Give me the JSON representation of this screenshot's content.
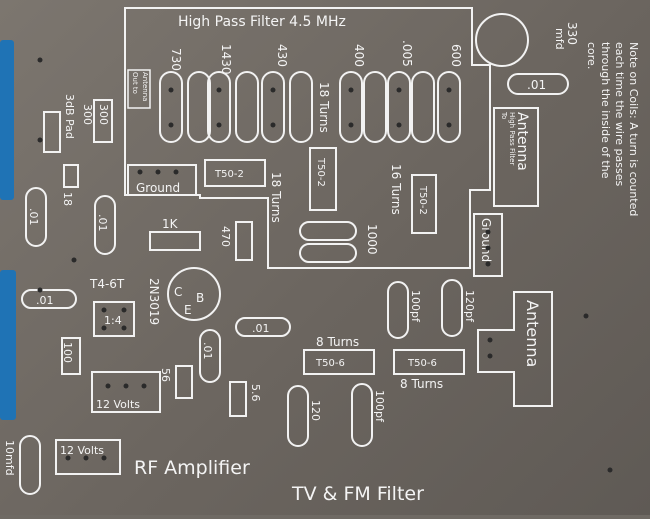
{
  "filter_title": "High Pass Filter  4.5 MHz",
  "cap_top": [
    "730",
    "1430",
    "430",
    "400",
    ".005",
    "600"
  ],
  "cap_330": "330\nmfd",
  "note": [
    "Note on Coils: A turn is counted",
    "each time the wire passes",
    "through the inside of the",
    "core."
  ],
  "out_to_antenna": "Out to\nAntenna",
  "antenna_to_hpf": "To\nHigh Pass Filter",
  "antenna_label": "Antenna",
  "ground_label": "Ground",
  "t50_2": "T50-2",
  "t50_6": "T50-6",
  "turns_18": "18 Turns",
  "turns_16": "16 Turns",
  "turns_8": "8 Turns",
  "cap_1000": "1000",
  "cap_01": ".01",
  "res_300": "300",
  "pad_3db": "3dB Pad",
  "res_18": "18",
  "res_1k": "1K",
  "res_470": "470",
  "t4_6t": "T4-6T",
  "ratio_1_4": "1:4",
  "transistor": "2N3019",
  "pins": [
    "B",
    "C",
    "E"
  ],
  "res_100": "100",
  "res_56": "56",
  "res_5_6": "5.6",
  "volts_12": "12 Volts",
  "cap_10mfd": "10mfd",
  "cap_100pf": "100pf",
  "cap_120pf": "120pf",
  "cap_120": "120",
  "rf_amp": "RF Amplifier",
  "tv_fm": "TV & FM Filter",
  "colors": {
    "board": "#6f6a64",
    "silkscreen": "#f2f2f2",
    "component_blue": "#1f73b5"
  }
}
